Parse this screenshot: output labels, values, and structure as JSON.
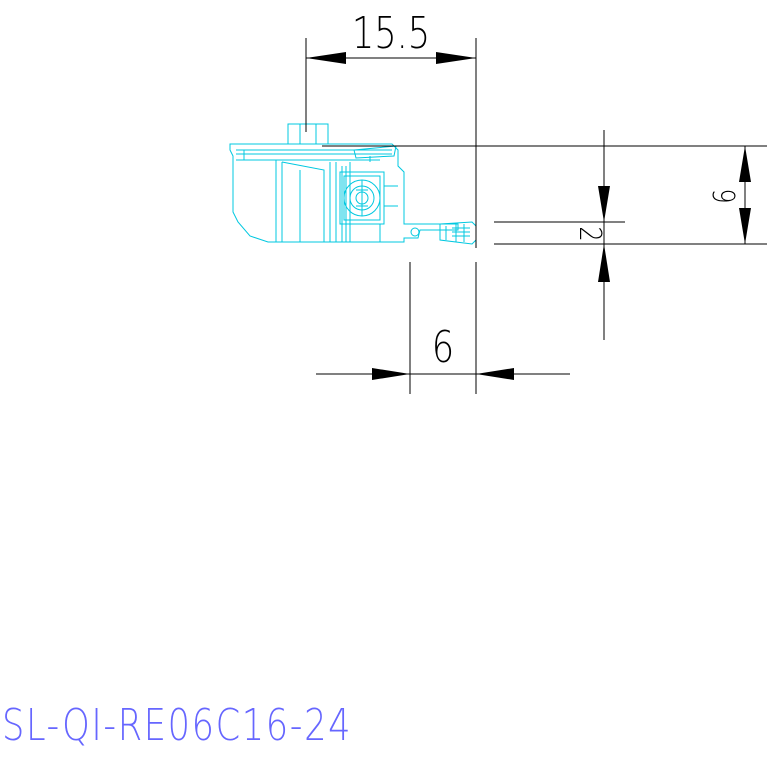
{
  "dimensions": {
    "overall_length": "15.5",
    "insert_width": "6",
    "edge_offset": "2",
    "shank_height": "9"
  },
  "part_code": "SL-QI-RE06C16-24",
  "colors": {
    "outline": "#00c8e0",
    "dimension": "#000000",
    "part_code": "#6666ff"
  }
}
